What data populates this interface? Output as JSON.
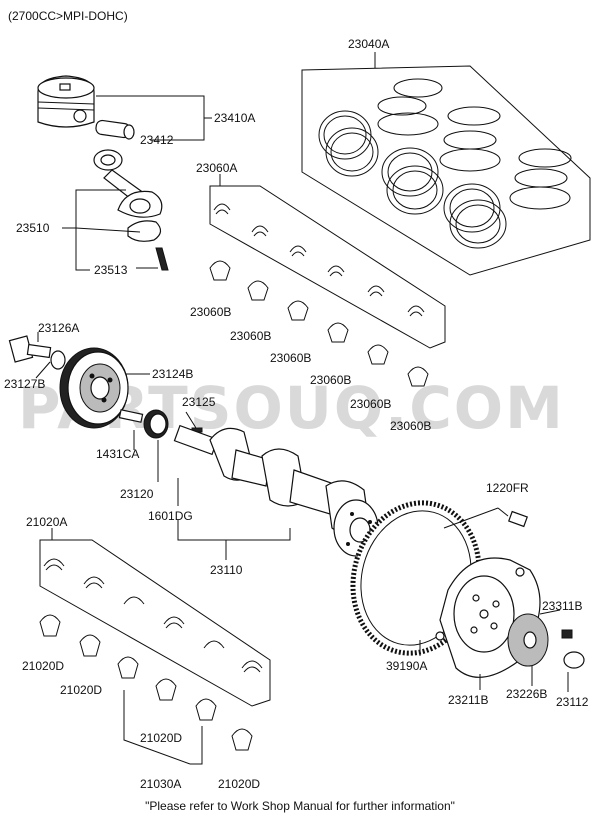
{
  "header": {
    "engine_spec": "(2700CC>MPI-DOHC)"
  },
  "footer": {
    "note": "\"Please refer to Work Shop Manual for further information\""
  },
  "watermark": {
    "text": "PARTSOUQ.COM",
    "color": "#d9d9d9"
  },
  "parts": {
    "p23040A": "23040A",
    "p23410A": "23410A",
    "p23412": "23412",
    "p23510": "23510",
    "p23513": "23513",
    "p23060A": "23060A",
    "p23060B_1": "23060B",
    "p23060B_2": "23060B",
    "p23060B_3": "23060B",
    "p23060B_4": "23060B",
    "p23060B_5": "23060B",
    "p23060B_6": "23060B",
    "p23126A": "23126A",
    "p23127B": "23127B",
    "p23124B": "23124B",
    "p23125": "23125",
    "p1431CA": "1431CA",
    "p23120": "23120",
    "p1601DG": "1601DG",
    "p23110": "23110",
    "p1220FR": "1220FR",
    "p21020A": "21020A",
    "p21020D_1": "21020D",
    "p21020D_2": "21020D",
    "p21020D_3": "21020D",
    "p21020D_4": "21020D",
    "p21030A": "21030A",
    "p39190A": "39190A",
    "p23211B": "23211B",
    "p23226B": "23226B",
    "p23311B": "23311B",
    "p23112": "23112"
  }
}
